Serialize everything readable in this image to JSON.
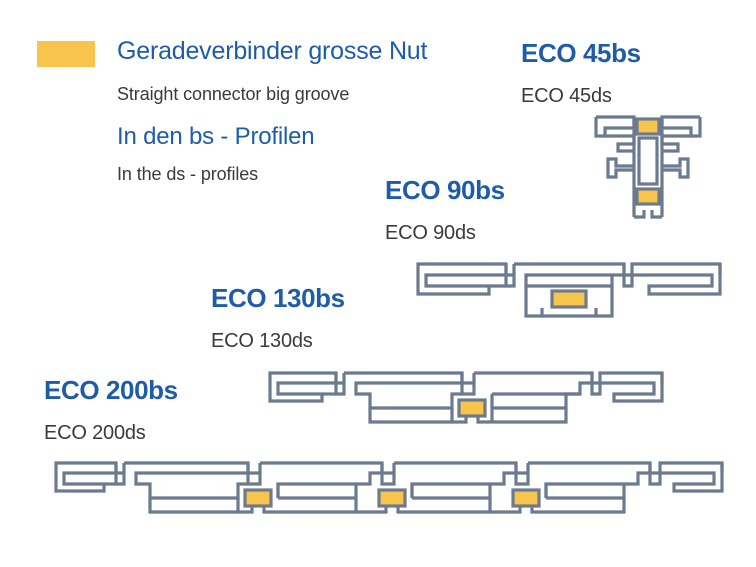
{
  "legend": {
    "swatch_color": "#f8c44b",
    "title_de": "Geradeverbinder grosse Nut",
    "title_en": "Straight connector big groove",
    "context_de": "In den bs - Profilen",
    "context_en": "In the ds - profiles"
  },
  "colors": {
    "accent_blue": "#1f5ca8",
    "connector_yellow": "#f8c44b",
    "profile_stroke": "#6b7a8f",
    "subtitle_gray": "#3a3a3a",
    "background": "#ffffff"
  },
  "profiles": [
    {
      "id": "eco-45",
      "title": "ECO 45bs",
      "subtitle": "ECO 45ds",
      "orientation": "vertical",
      "connector_count": 2
    },
    {
      "id": "eco-90",
      "title": "ECO 90bs",
      "subtitle": "ECO 90ds",
      "orientation": "horizontal",
      "connector_count": 1
    },
    {
      "id": "eco-130",
      "title": "ECO 130bs",
      "subtitle": "ECO 130ds",
      "orientation": "horizontal",
      "connector_count": 1
    },
    {
      "id": "eco-200",
      "title": "ECO 200bs",
      "subtitle": "ECO 200ds",
      "orientation": "horizontal",
      "connector_count": 3
    }
  ]
}
